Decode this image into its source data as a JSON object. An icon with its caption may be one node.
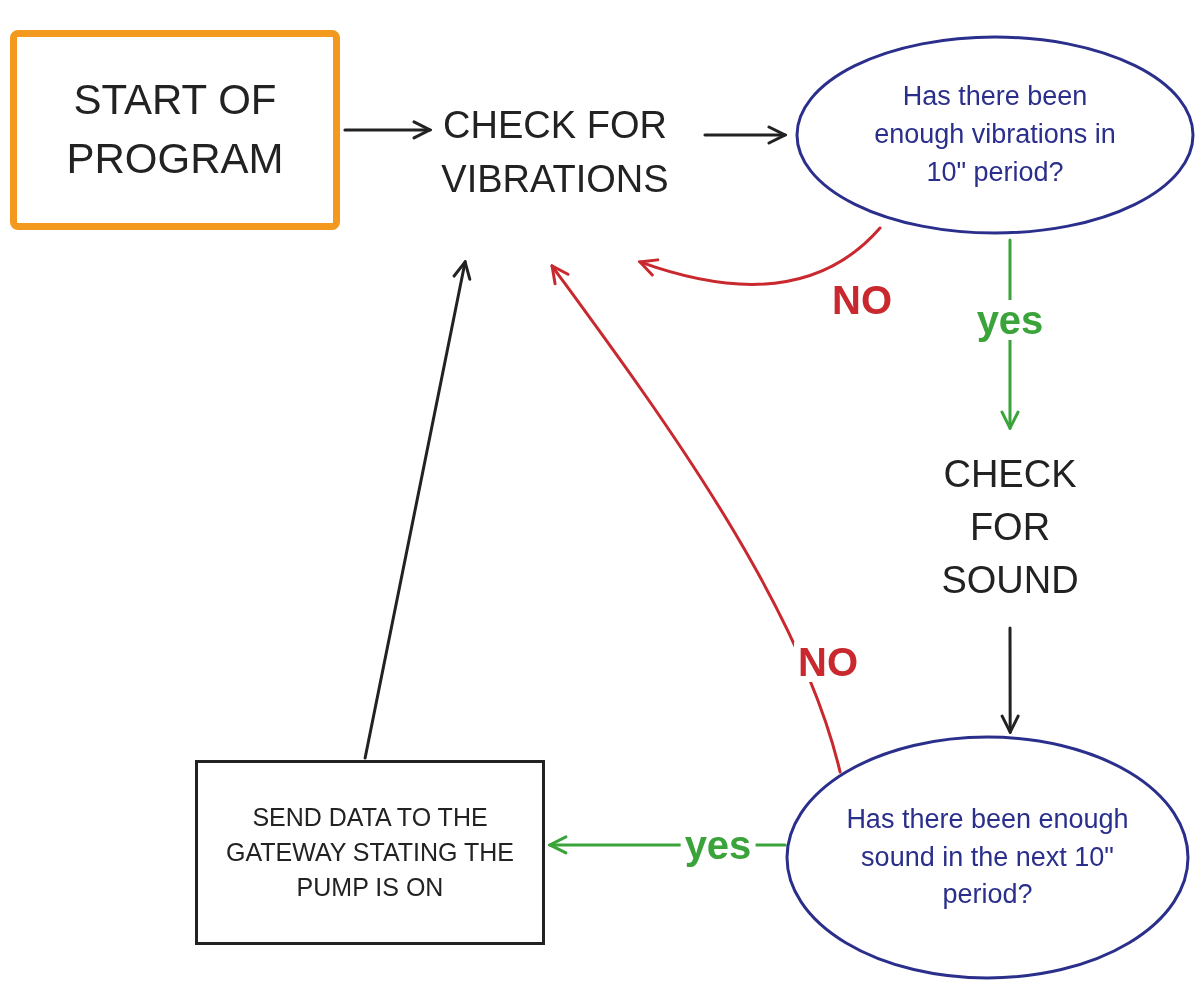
{
  "diagram": {
    "nodes": [
      {
        "text": [
          "START OF PROGRAM"
        ]
      },
      {
        "text": [
          "CHECK FOR VIBRATIONS"
        ]
      },
      {
        "text": [
          "Has there been enough vibrations in 10\" period?"
        ]
      },
      {
        "text": [
          "CHECK FOR SOUND"
        ]
      },
      {
        "text": [
          "Has there been enough sound in the next 10\" period?"
        ]
      },
      {
        "text": [
          "SEND DATA TO THE GATEWAY STATING THE PUMP IS ON"
        ]
      }
    ],
    "edges": [
      {
        "from": 0,
        "to": 1,
        "arrow": "to"
      },
      {
        "from": 1,
        "to": 2,
        "arrow": "to"
      },
      {
        "from": 2,
        "to": 1,
        "arrow": "to",
        "label": "NO",
        "color": "#c8282e"
      },
      {
        "from": 2,
        "to": 3,
        "arrow": "to",
        "label": "yes",
        "color": "#3aa33a"
      },
      {
        "from": 3,
        "to": 4,
        "arrow": "to"
      },
      {
        "from": 4,
        "to": 1,
        "arrow": "to",
        "label": "NO",
        "color": "#c8282e"
      },
      {
        "from": 4,
        "to": 5,
        "arrow": "to",
        "label": "yes",
        "color": "#3aa33a"
      },
      {
        "from": 5,
        "to": 1,
        "arrow": "to"
      }
    ]
  }
}
